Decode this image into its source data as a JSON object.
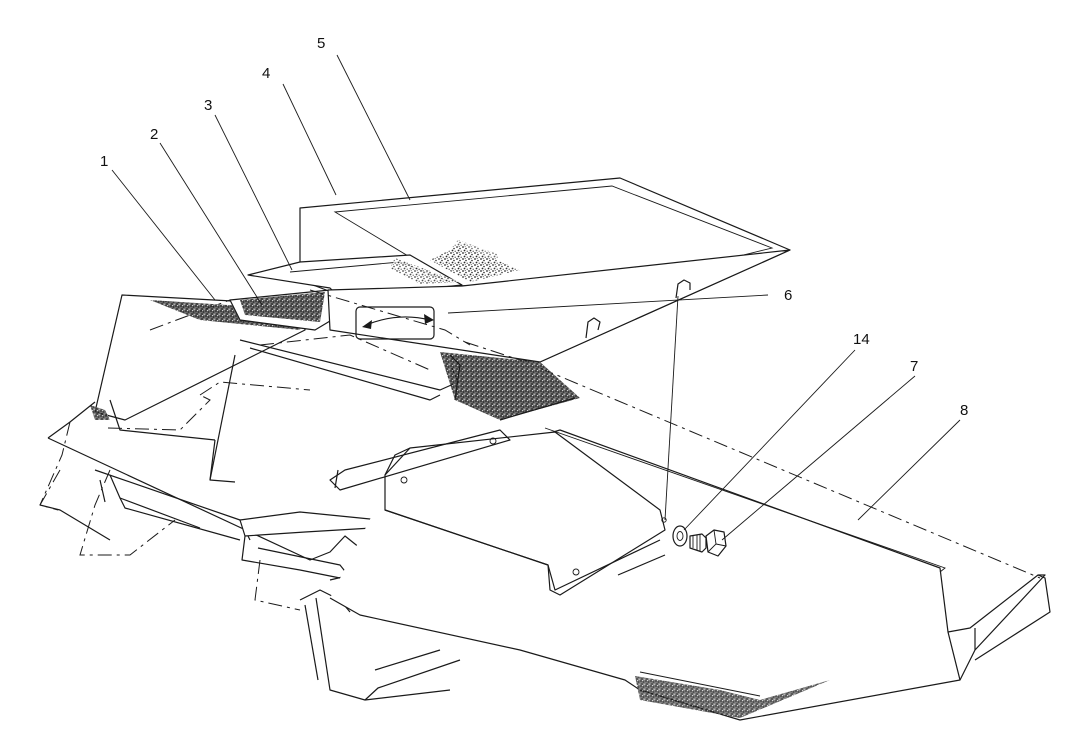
{
  "callouts": [
    {
      "id": "c1",
      "label": "1"
    },
    {
      "id": "c2",
      "label": "2"
    },
    {
      "id": "c3",
      "label": "3"
    },
    {
      "id": "c4",
      "label": "4"
    },
    {
      "id": "c5",
      "label": "5"
    },
    {
      "id": "c6",
      "label": "6"
    },
    {
      "id": "c14",
      "label": "14"
    },
    {
      "id": "c7",
      "label": "7"
    },
    {
      "id": "c8",
      "label": "8"
    }
  ],
  "colors": {
    "line": "#1a1a1a",
    "background": "#ffffff",
    "stipple": "#222222"
  }
}
